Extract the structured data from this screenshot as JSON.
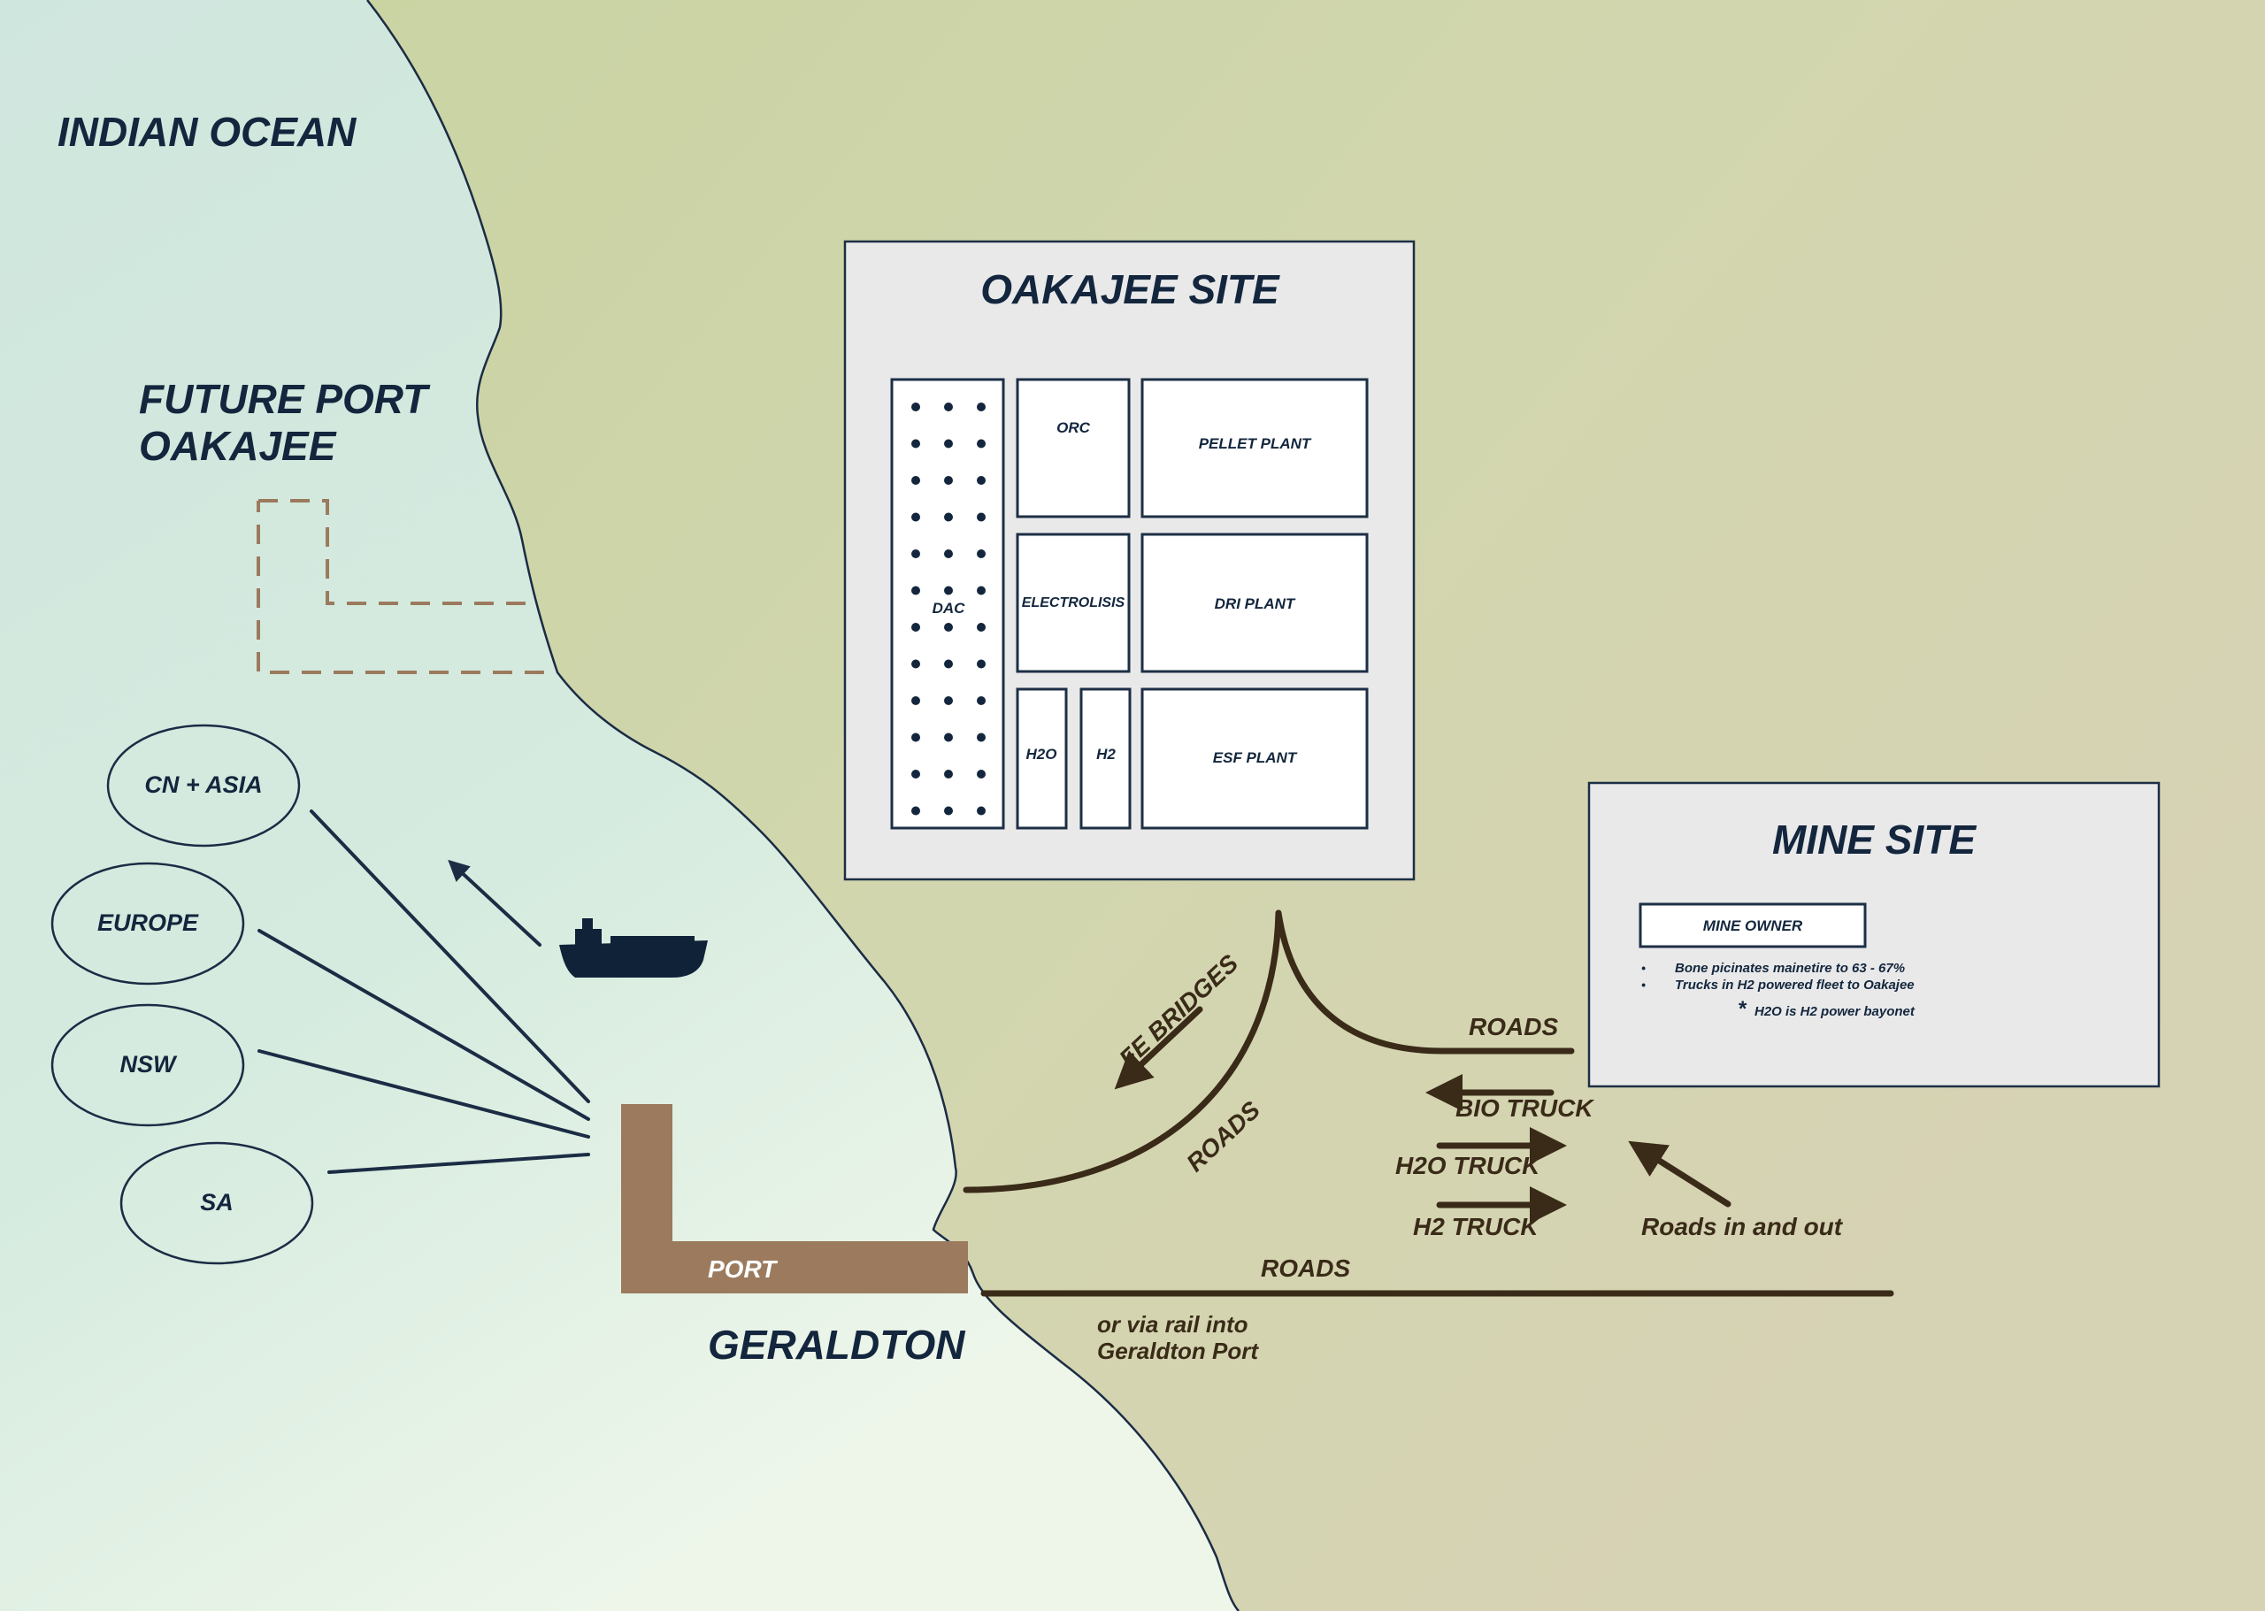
{
  "map": {
    "ocean_label": "INDIAN OCEAN",
    "future_port_line1": "FUTURE PORT",
    "future_port_line2": "OAKAJEE",
    "city_label": "GERALDTON",
    "port_label": "PORT",
    "colors": {
      "ocean": "#d3e8dc",
      "land": "#cbd4a8",
      "navy": "#13263d",
      "road": "#3a2a18",
      "port": "#9b7a5e"
    }
  },
  "destinations": [
    "CN + ASIA",
    "EUROPE",
    "NSW",
    "SA"
  ],
  "icons": {
    "ship": "ship-icon"
  },
  "oakajee_site": {
    "title": "OAKAJEE SITE",
    "dac_label": "DAC",
    "units": {
      "orc": "ORC",
      "pellet": "PELLET PLANT",
      "electrolysis": "ELECTROLISIS",
      "dri": "DRI PLANT",
      "h2o": "H2O",
      "h2": "H2",
      "esf": "ESF PLANT"
    }
  },
  "mine_site": {
    "title": "MINE SITE",
    "owner_label": "MINE OWNER",
    "bullets": [
      "Bone picinates mainetire to 63 - 67%",
      "Trucks in H2 powered fleet to Oakajee"
    ],
    "note_mark": "*",
    "note": "H2O is H2 power bayonet"
  },
  "transport": {
    "fe_bridges": "FE BRIDGES",
    "roads_upper": "ROADS",
    "roads_diag": "ROADS",
    "roads_bottom": "ROADS",
    "bio_truck": "BIO TRUCK",
    "h2o_truck": "H2O TRUCK",
    "h2_truck": "H2 TRUCK",
    "roads_in_out": "Roads in and out",
    "rail_line1": "or via rail into",
    "rail_line2": "Geraldton Port"
  }
}
